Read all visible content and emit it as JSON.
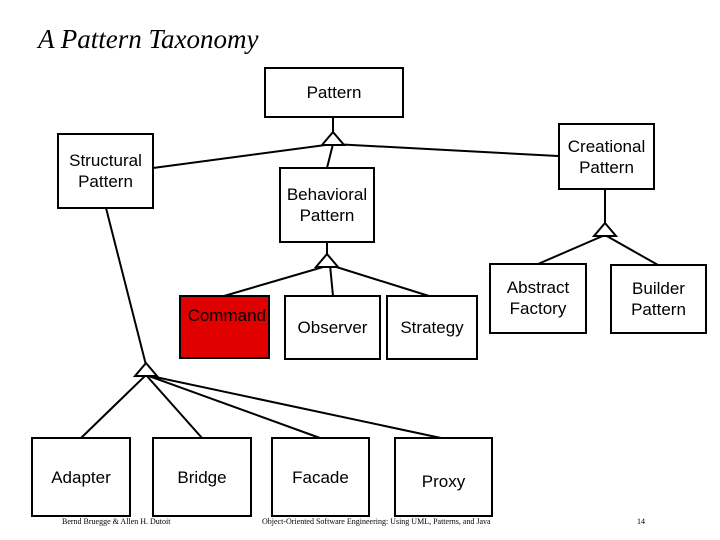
{
  "slide": {
    "title": "A Pattern Taxonomy"
  },
  "nodes": {
    "pattern": "Pattern",
    "structural": "Structural\nPattern",
    "creational": "Creational\nPattern",
    "behavioral": "Behavioral\nPattern",
    "command": "Command",
    "observer": "Observer",
    "strategy": "Strategy",
    "abstract_factory": "Abstract\nFactory",
    "builder": "Builder\nPattern",
    "adapter": "Adapter",
    "bridge": "Bridge",
    "facade": "Facade",
    "proxy": "Proxy"
  },
  "colors": {
    "highlight": "#e00000",
    "line": "#000000"
  },
  "footer": {
    "authors": "Bernd Bruegge & Allen H. Dutoit",
    "book": "Object-Oriented Software Engineering: Using UML, Patterns, and Java",
    "page": "14"
  }
}
